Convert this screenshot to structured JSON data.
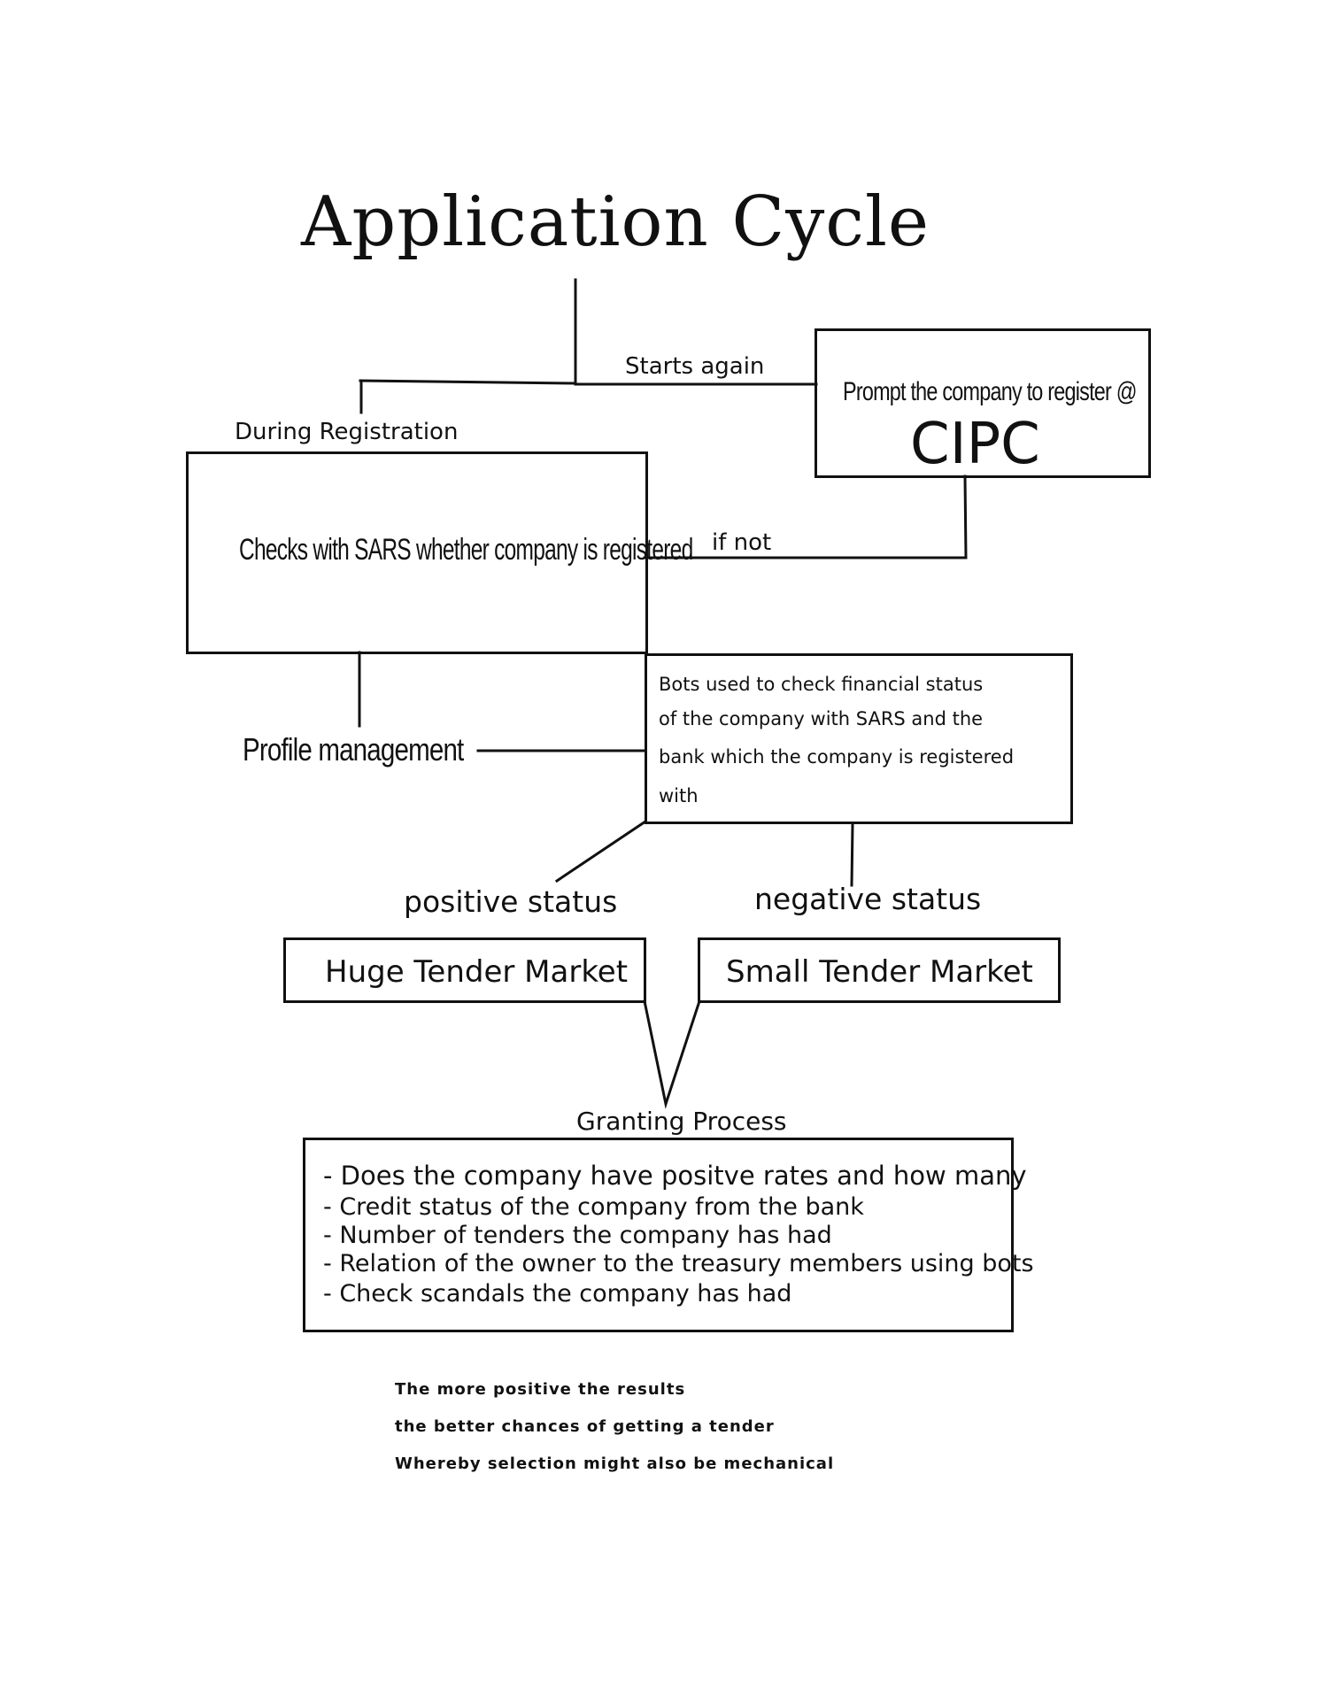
{
  "title": "Application Cycle",
  "edge_labels": {
    "starts_again": "Starts again",
    "during_registration": "During Registration",
    "if_not": "if not"
  },
  "nodes": {
    "sars_check": "Checks with SARS whether company is registered",
    "cipc_prompt": {
      "line1": "Prompt the company to register @",
      "line2": "CIPC"
    },
    "profile_management": "Profile management",
    "bots_check": [
      "Bots used to check financial status",
      "of the company with SARS and the",
      "bank which the company is registered",
      "with"
    ],
    "positive_status": "positive status",
    "negative_status": "negative status",
    "huge_market": "Huge Tender Market",
    "small_market": "Small Tender Market",
    "granting_process": "Granting Process",
    "granting_items": [
      "- Does the company have positve rates and how many",
      "- Credit status of the company from the bank",
      "- Number of tenders the company has had",
      "- Relation of the owner to the treasury members using bots",
      "- Check scandals the company has had"
    ]
  },
  "footer_notes": [
    "The more positive the results",
    "the better chances of getting a tender",
    "Whereby selection might also be mechanical"
  ]
}
